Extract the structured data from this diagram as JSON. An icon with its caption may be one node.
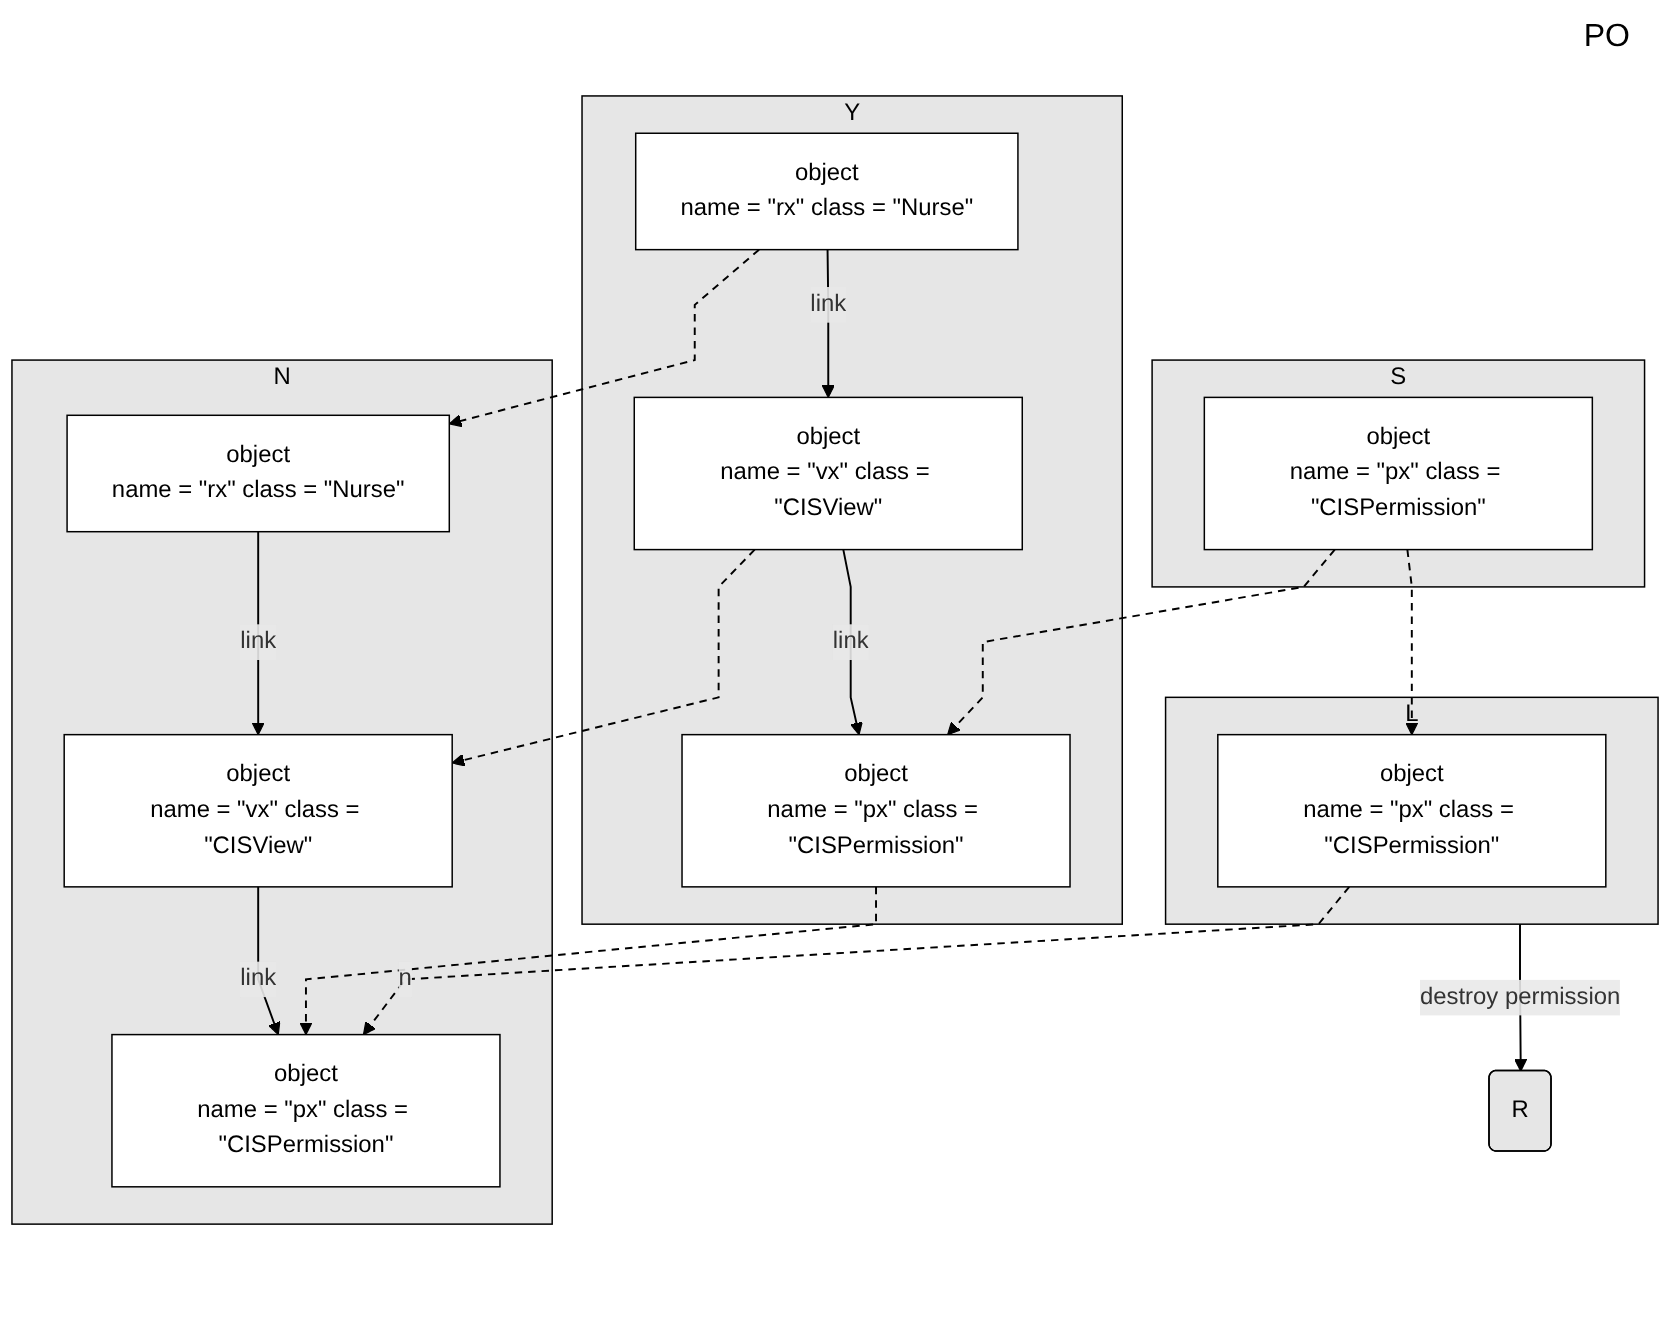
{
  "diagram": {
    "nodes": [
      {
        "text": [
          "R"
        ]
      },
      {
        "text": [
          "L"
        ]
      },
      {
        "text": [
          "object",
          "name = \"px\" class = \"CISPermission\""
        ],
        "in": 1
      },
      {
        "text": [
          "S"
        ]
      },
      {
        "text": [
          "object",
          "name = \"px\" class = \"CISPermission\""
        ],
        "in": 3
      },
      {
        "text": [
          "N"
        ]
      },
      {
        "text": [
          "object",
          "name = \"px\" class = \"CISPermission\""
        ],
        "in": 5
      },
      {
        "text": [
          "object",
          "name = \"vx\" class = \"CISView\""
        ],
        "in": 5
      },
      {
        "text": [
          "object",
          "name = \"rx\" class = \"Nurse\""
        ],
        "in": 5
      },
      {
        "text": [
          "Y"
        ]
      },
      {
        "text": [
          "object",
          "name = \"px\" class = \"CISPermission\""
        ],
        "in": 9
      },
      {
        "text": [
          "object",
          "name = \"vx\" class = \"CISView\""
        ],
        "in": 9
      },
      {
        "text": [
          "object",
          "name = \"rx\" class = \"Nurse\""
        ],
        "in": 9
      }
    ],
    "edges": [
      {
        "from": 1,
        "to": 0,
        "arrow": "to",
        "label": "destroy permission"
      },
      {
        "from": 4,
        "to": 2,
        "arrow": "to",
        "style": "dashed"
      },
      {
        "from": 2,
        "to": 6,
        "arrow": "to",
        "style": "dashed",
        "label": "n"
      },
      {
        "from": 4,
        "to": 10,
        "arrow": "to",
        "style": "dashed"
      },
      {
        "from": 10,
        "to": 6,
        "arrow": "to",
        "style": "dashed"
      },
      {
        "from": 7,
        "to": 6,
        "arrow": "to",
        "label": "link"
      },
      {
        "from": 11,
        "to": 7,
        "arrow": "to",
        "style": "dashed"
      },
      {
        "from": 11,
        "to": 10,
        "arrow": "to",
        "label": "link"
      },
      {
        "from": 8,
        "to": 7,
        "arrow": "to",
        "label": "link"
      },
      {
        "from": 12,
        "to": 8,
        "arrow": "to",
        "style": "dashed"
      },
      {
        "from": 12,
        "to": 11,
        "arrow": "to",
        "label": "link"
      }
    ],
    "labels": [
      "PO"
    ]
  }
}
